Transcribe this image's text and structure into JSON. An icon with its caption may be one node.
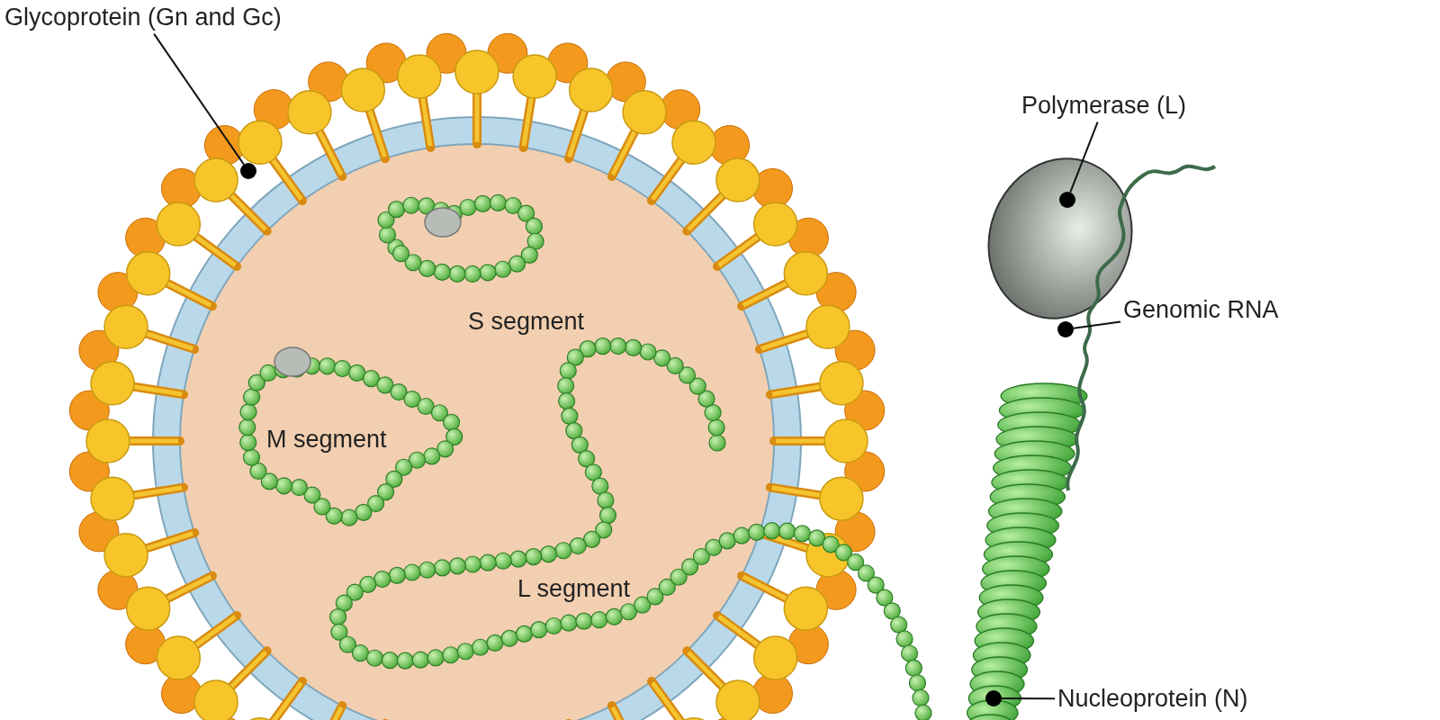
{
  "diagram": {
    "nodes": [
      {
        "text": [
          "Glycoprotein (Gn and Gc)"
        ]
      },
      {
        "text": [],
        "shape": "circle"
      },
      {
        "text": [
          "Polymerase (L)"
        ]
      },
      {
        "text": [],
        "shape": "circle"
      },
      {
        "text": [
          "Genomic RNA"
        ]
      },
      {
        "text": [],
        "shape": "circle"
      },
      {
        "text": [
          "Nucleoprotein (N)"
        ]
      },
      {
        "text": [],
        "shape": "circle"
      }
    ],
    "edges": [
      {
        "from": 0,
        "to": 1,
        "arrow": "none"
      },
      {
        "from": 2,
        "to": 3,
        "arrow": "none"
      },
      {
        "from": 4,
        "to": 5,
        "arrow": "none"
      },
      {
        "from": 6,
        "to": 7,
        "arrow": "none"
      }
    ],
    "labels": [
      "S segment",
      "M segment",
      "L segment"
    ]
  }
}
